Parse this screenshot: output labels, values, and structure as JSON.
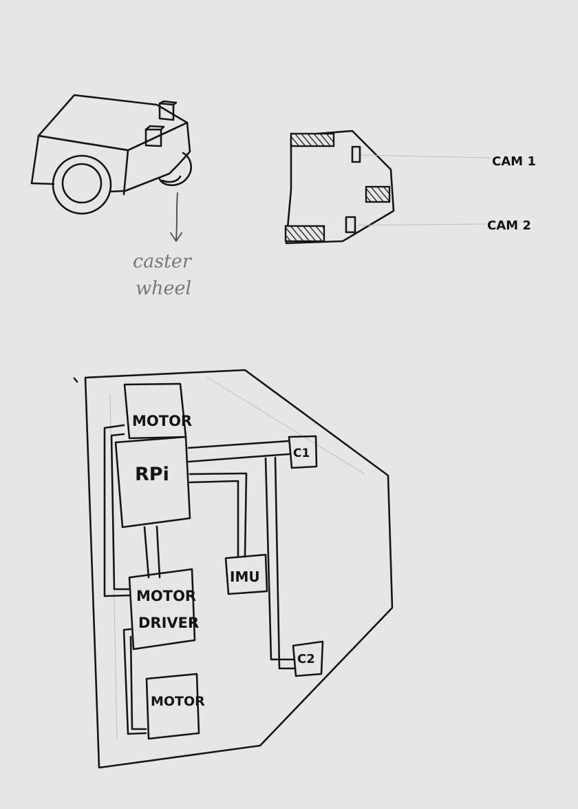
{
  "sketch_3d": {
    "caster_label_line1": "caster",
    "caster_label_line2": "wheel"
  },
  "top_view": {
    "cam1_label": "CAM 1",
    "cam2_label": "CAM 2"
  },
  "layout_diagram": {
    "components": {
      "motor_top": "MOTOR",
      "rpi": "RPi",
      "c1": "C1",
      "imu": "IMU",
      "motor_driver_line1": "MOTOR",
      "motor_driver_line2": "DRIVER",
      "c2": "C2",
      "motor_bottom": "MOTOR"
    }
  },
  "colors": {
    "paper": "#e6e6e6",
    "ink": "#151515",
    "pencil": "#777777"
  }
}
